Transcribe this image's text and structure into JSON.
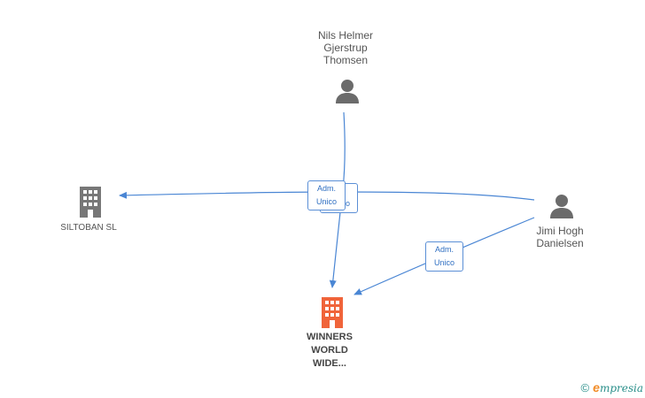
{
  "nodes": {
    "nils": {
      "name_lines": [
        "Nils Helmer",
        "Gjerstrup",
        "Thomsen"
      ],
      "icon": "person-icon"
    },
    "jimi": {
      "name_lines": [
        "Jimi Hogh",
        "Danielsen"
      ],
      "icon": "person-icon"
    },
    "siltoban": {
      "name": "SILTOBAN SL",
      "icon": "building-icon"
    },
    "winners": {
      "name_lines": [
        "WINNERS",
        "WORLD",
        "WIDE..."
      ],
      "icon": "building-icon",
      "highlight": true
    }
  },
  "relations": {
    "badge_line1": "Adm.",
    "badge_line2": "Unico",
    "back_badge_fragment": "o"
  },
  "colors": {
    "edge": "#4a86d4",
    "person": "#6b6b6b",
    "building": "#777777",
    "building_highlight": "#f0643a",
    "footer_teal": "#2a8f8a",
    "footer_orange": "#f28c28"
  },
  "footer": {
    "copyright_symbol": "©",
    "brand_first": "e",
    "brand_rest": "mpresia"
  }
}
